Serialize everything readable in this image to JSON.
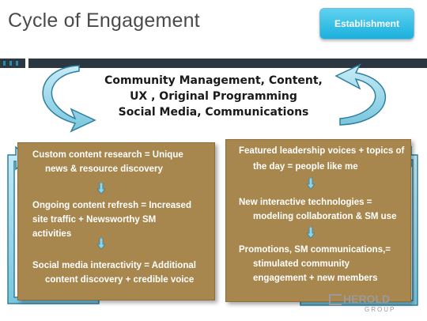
{
  "header": {
    "title": "Cycle of Engagement",
    "badge_label": "Establishment"
  },
  "center": {
    "lines": [
      "Community Management, Content,",
      "UX , Original Programming",
      "Social Media, Communications"
    ]
  },
  "left_box": {
    "items": [
      [
        "Custom content research = Unique",
        "news & resource discovery"
      ],
      [
        "Ongoing content refresh  = Increased",
        "site traffic  +  Newsworthy SM",
        "activities"
      ],
      [
        "Social media interactivity  = Additional",
        "content discovery + credible voice"
      ]
    ]
  },
  "right_box": {
    "items": [
      [
        "Featured leadership voices + topics of",
        "the day = people like me"
      ],
      [
        "New interactive technologies =",
        "modeling collaboration & SM use"
      ],
      [
        "Promotions, SM communications,=",
        "stimulated community",
        "engagement + new members"
      ]
    ]
  },
  "logo": {
    "name": "HEROLD",
    "sub": "GROUP"
  },
  "colors": {
    "box": "#a8874f",
    "arrow": "#8fd3e6",
    "arrow_stroke": "#2f7fa0",
    "badge": "#1ab0dd"
  }
}
